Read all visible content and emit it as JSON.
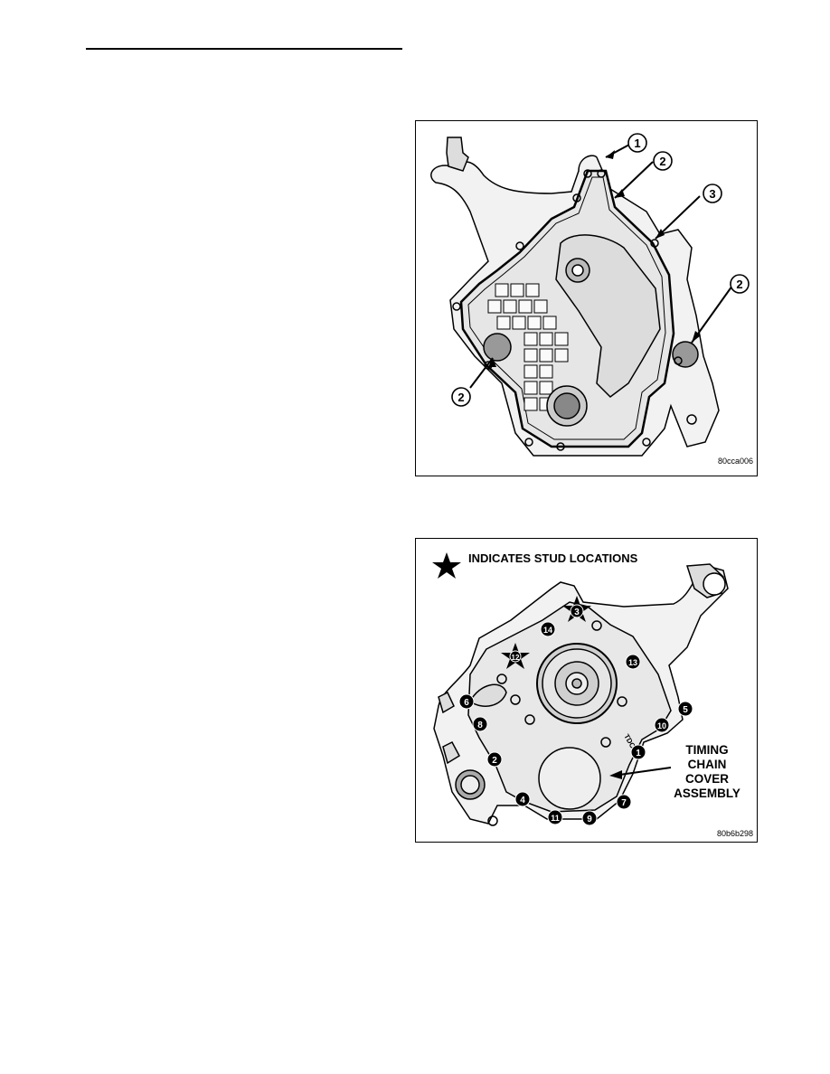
{
  "figure1": {
    "callouts": [
      "1",
      "2",
      "3",
      "2",
      "2"
    ],
    "figure_id": "80cca006"
  },
  "figure2": {
    "legend": "INDICATES STUD LOCATIONS",
    "bolt_numbers": [
      "1",
      "2",
      "3",
      "4",
      "5",
      "6",
      "7",
      "8",
      "9",
      "10",
      "11",
      "12",
      "13",
      "14"
    ],
    "stamp": "TDC",
    "label_lines": [
      "TIMING",
      "CHAIN",
      "COVER",
      "ASSEMBLY"
    ],
    "figure_id": "80b6b298"
  }
}
